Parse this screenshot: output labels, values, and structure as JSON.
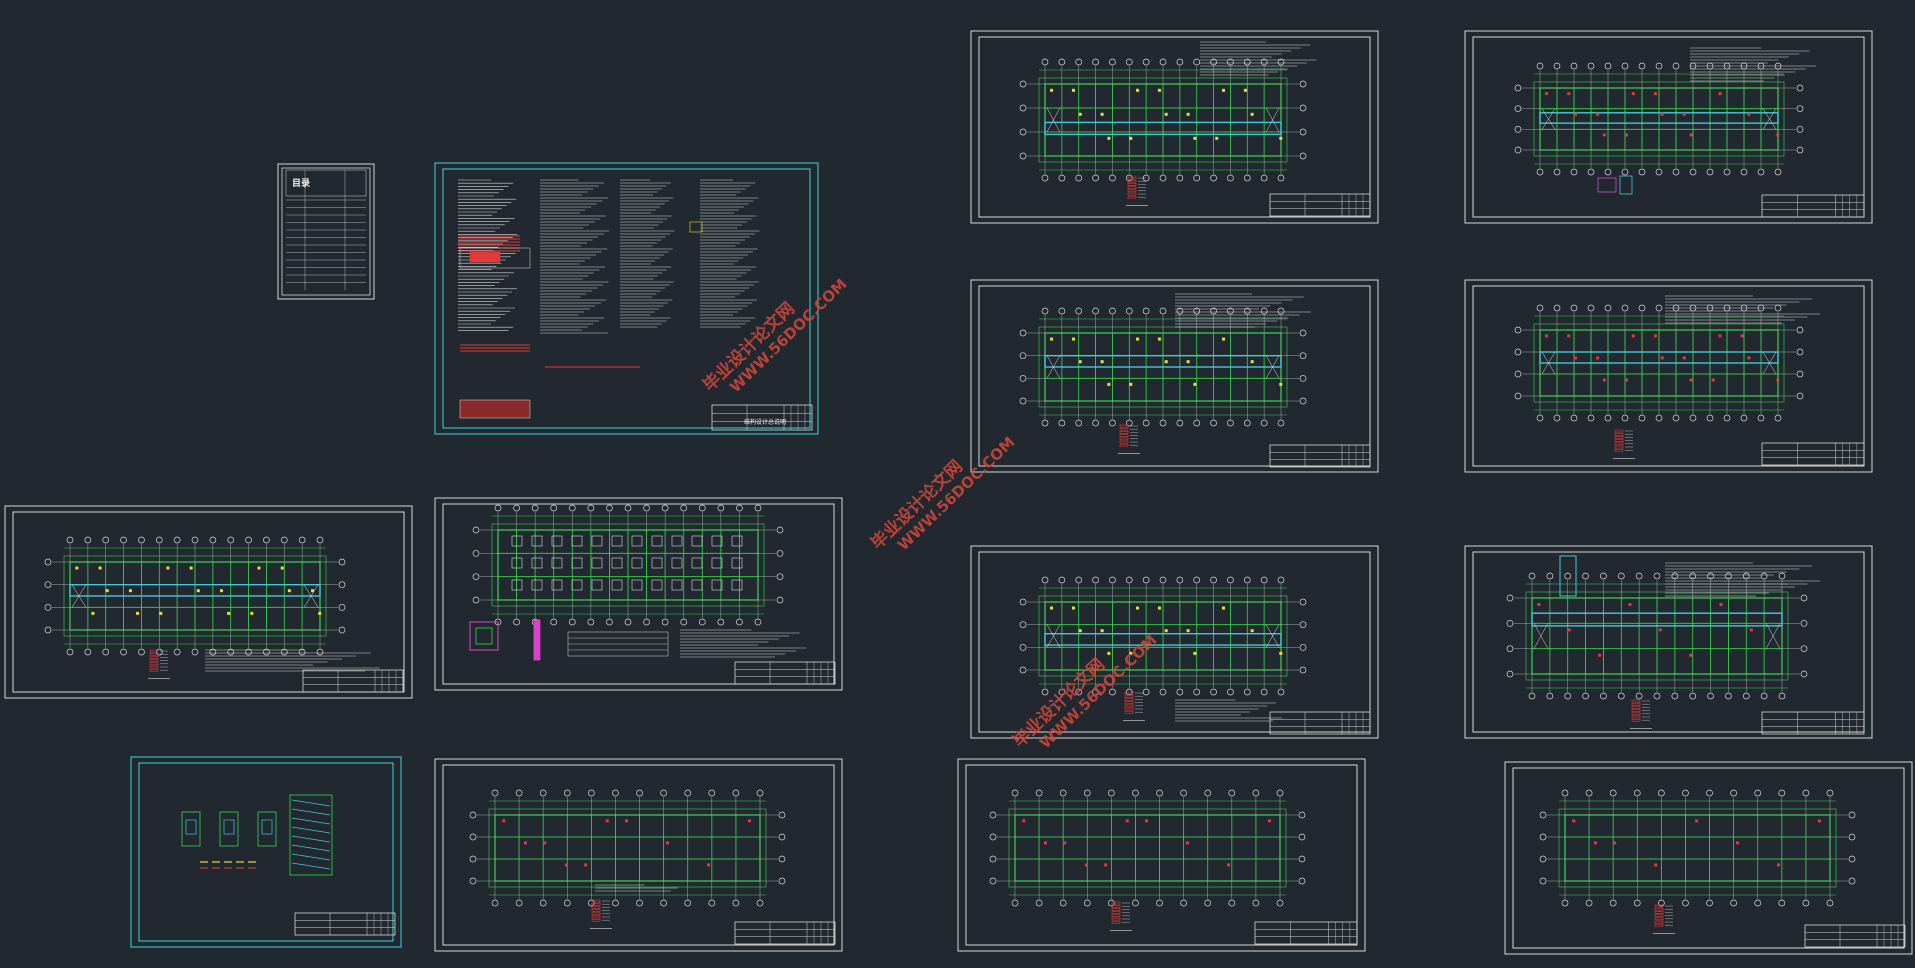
{
  "canvas": {
    "background": "#212830",
    "drawing_colors": {
      "border": "#d8d8d8",
      "border_cyan": "#3fd6dc",
      "grid": "#32d645",
      "axis_line": "#dcdcdc",
      "highlight_cyan": "#45c8d8",
      "highlight_yellow": "#e8e03a",
      "highlight_red": "#e23a3a",
      "highlight_magenta": "#d846c8"
    }
  },
  "sheets": {
    "index": {
      "title": "目录"
    },
    "notes": {
      "title": "结构设计总说明"
    }
  },
  "watermarks": [
    {
      "name": "watermark-1",
      "line1": "毕业设计论文网",
      "line2": "WWW.56DOC.COM"
    },
    {
      "name": "watermark-2",
      "line1": "毕业设计论文网",
      "line2": "WWW.56DOC.COM"
    },
    {
      "name": "watermark-3",
      "line1": "毕业设计论文网",
      "line2": "WWW.56DOC.COM"
    }
  ]
}
